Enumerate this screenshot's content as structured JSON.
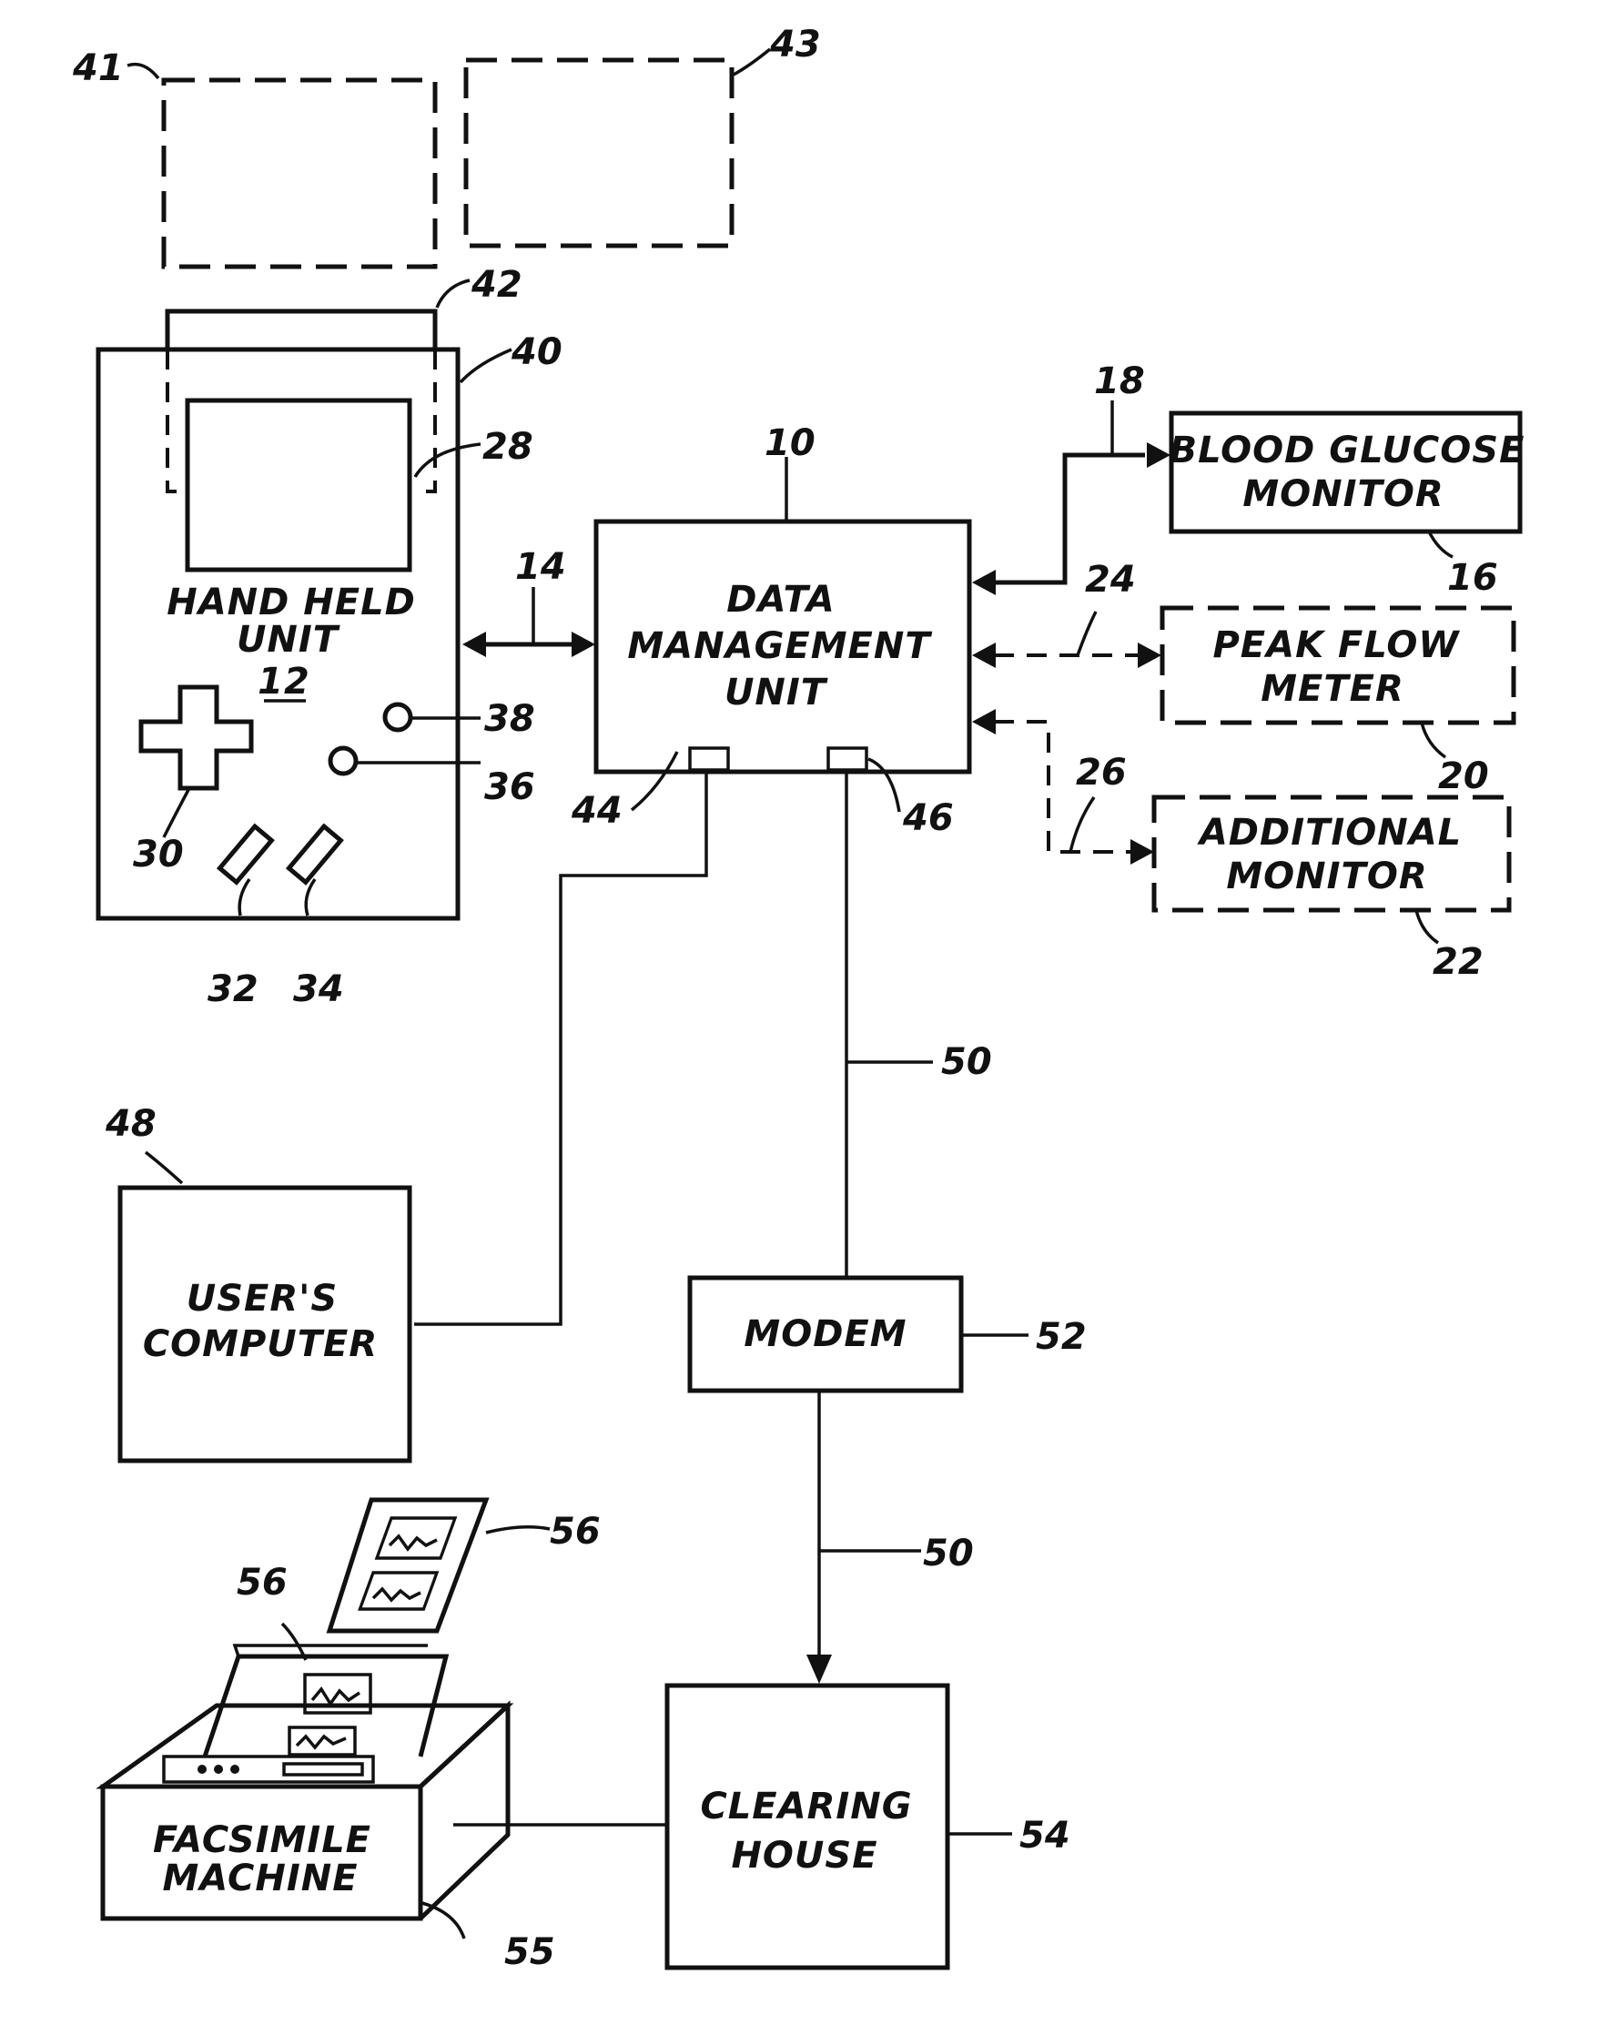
{
  "boxes": {
    "data_management_unit": [
      "DATA",
      "MANAGEMENT",
      "UNIT"
    ],
    "hand_held_unit": [
      "HAND  HELD",
      "UNIT"
    ],
    "hand_held_unit_ref": "12",
    "blood_glucose_monitor": [
      "BLOOD  GLUCOSE",
      "MONITOR"
    ],
    "peak_flow_meter": [
      "PEAK  FLOW",
      "METER"
    ],
    "additional_monitor": [
      "ADDITIONAL",
      "MONITOR"
    ],
    "users_computer": [
      "USER'S",
      "COMPUTER"
    ],
    "modem": "MODEM",
    "clearing_house": [
      "CLEARING",
      "HOUSE"
    ],
    "facsimile_machine": [
      "FACSIMILE",
      "MACHINE"
    ]
  },
  "refs": {
    "r41": "41",
    "r43": "43",
    "r42": "42",
    "r40": "40",
    "r28": "28",
    "r10": "10",
    "r18": "18",
    "r16": "16",
    "r14": "14",
    "r24": "24",
    "r20": "20",
    "r26": "26",
    "r22": "22",
    "r38": "38",
    "r36": "36",
    "r30": "30",
    "r32": "32",
    "r34": "34",
    "r44": "44",
    "r46": "46",
    "r48": "48",
    "r50a": "50",
    "r50b": "50",
    "r52": "52",
    "r54": "54",
    "r55": "55",
    "r56a": "56",
    "r56b": "56"
  }
}
